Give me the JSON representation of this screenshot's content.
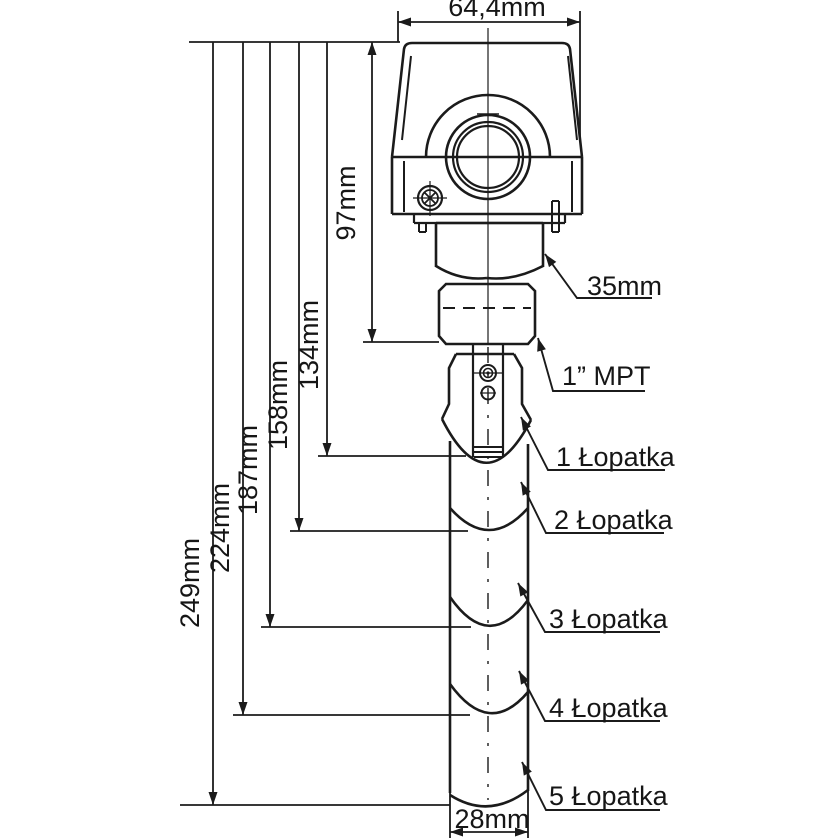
{
  "drawing": {
    "title": "Paddle level sensor dimensional drawing",
    "colors": {
      "background": "#ffffff",
      "line": "#1b1b1b",
      "text": "#161616"
    },
    "top_dimension": "64,4mm",
    "left_dimensions": [
      "249mm",
      "224mm",
      "187mm",
      "158mm",
      "134mm",
      "97mm"
    ],
    "hex_size_label": "35mm",
    "thread_label": "1” MPT",
    "paddle_labels": [
      "1 Łopatka",
      "2 Łopatka",
      "3 Łopatka",
      "4 Łopatka",
      "5 Łopatka"
    ],
    "bottom_dimension": "28mm"
  }
}
